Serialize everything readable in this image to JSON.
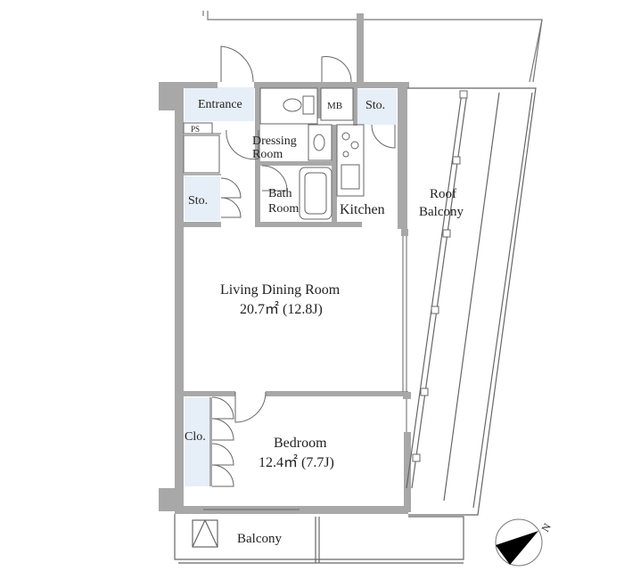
{
  "rooms": {
    "entrance": "Entrance",
    "mb": "MB",
    "storage_top": "Sto.",
    "ps": "PS",
    "dressing_1": "Dressing",
    "dressing_2": "Room",
    "bath_1": "Bath",
    "bath_2": "Room",
    "storage_left": "Sto.",
    "kitchen": "Kitchen",
    "roof_balcony_1": "Roof",
    "roof_balcony_2": "Balcony",
    "living_name": "Living Dining Room",
    "living_area": "20.7㎡ (12.8J)",
    "bedroom_name": "Bedroom",
    "bedroom_area": "12.4㎡ (7.7J)",
    "closet": "Clo.",
    "balcony": "Balcony"
  },
  "compass": {
    "label": "N"
  },
  "colors": {
    "wall": "#a8a8a8",
    "storage_fill": "#e6eef8",
    "line": "#666666",
    "compass": "#000000"
  }
}
